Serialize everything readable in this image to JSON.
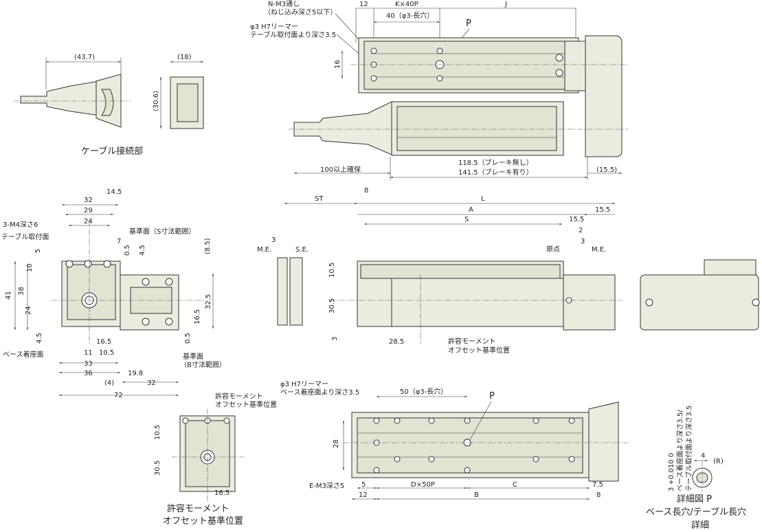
{
  "labels": {
    "top_left_cable": {
      "d1": "(43.7)",
      "d2": "(18)",
      "d3": "(30.6)",
      "caption": "ケーブル接続部"
    },
    "top_right_plan": {
      "nm3": "N-M3通し",
      "nm3_sub": "（ねじ込み深さ5以下）",
      "phi3": "φ3 H7リーマー",
      "phi3_sub": "テーブル取付面より深さ3.5",
      "d12": "12",
      "k40p": "K×40P",
      "d40": "40（φ3-長穴）",
      "j": "J",
      "p": "P",
      "d16": "16",
      "d100": "100以上確保",
      "d118": "118.5（ブレーキ無し）",
      "d141": "141.5（ブレーキ有り）",
      "d155": "(15.5)"
    },
    "end_view": {
      "d32": "32",
      "d145": "14.5",
      "d29": "29",
      "d24": "24",
      "m4": "3-M4深さ6",
      "table_face": "テーブル取付面",
      "ref_s": "基準面（S寸法範囲）",
      "d7": "7",
      "d05a": "0.5",
      "d45a": "4.5",
      "d85": "(8.5)",
      "d5": "5",
      "d10": "10",
      "d41": "41",
      "d38": "38",
      "d24v": "24",
      "d325": "32.5",
      "d165v": "16.5",
      "d45b": "4.5",
      "d05b": "0.5",
      "base_face": "ベース着座面",
      "d165h": "16.5",
      "d11": "11",
      "d105": "10.5",
      "ref_b": "基準面",
      "ref_b_sub": "（B寸法範囲）",
      "d33": "33",
      "d36": "36",
      "d4": "(4)",
      "d198": "19.8",
      "d32b": "32",
      "d72": "72"
    },
    "side_view": {
      "st": "ST",
      "d8": "8",
      "l": "L",
      "a": "A",
      "d155": "15.5",
      "s": "S",
      "d155b": "15.5",
      "d2": "2",
      "d3": "3",
      "me": "M.E.",
      "se": "S.E.",
      "d3b": "3",
      "origin": "原点",
      "me2": "M.E.",
      "d105": "10.5",
      "d305": "30.5",
      "d3c": "3",
      "d285": "28.5",
      "moment": "許容モーメント",
      "moment_sub": "オフセット基準位置"
    },
    "moment_view": {
      "top": "許容モーメント",
      "top_sub": "オフセット基準位置",
      "d105": "10.5",
      "d305": "30.5",
      "d165": "16.5",
      "caption1": "許容モーメント",
      "caption2": "オフセット基準位置"
    },
    "bottom_view": {
      "phi3": "φ3 H7リーマー",
      "phi3_sub": "ベース着座面より深さ3.5",
      "d50": "50（φ3-長穴）",
      "p": "P",
      "d28": "28",
      "em3": "E-M3深さ5",
      "d5": "5",
      "d12": "12",
      "d50p": "D×50P",
      "c": "C",
      "d75": "7.5",
      "b": "B",
      "d8": "8"
    },
    "detail": {
      "v1": "ベース着座面より深さ3.5/",
      "v2": "テーブル取付面より深さ3.5",
      "tol": "3 +0.010 0",
      "d4": "4",
      "r": "(R)",
      "cap1": "詳細図 P",
      "cap2": "ベース長穴/テーブル長穴",
      "cap3": "詳細"
    }
  }
}
